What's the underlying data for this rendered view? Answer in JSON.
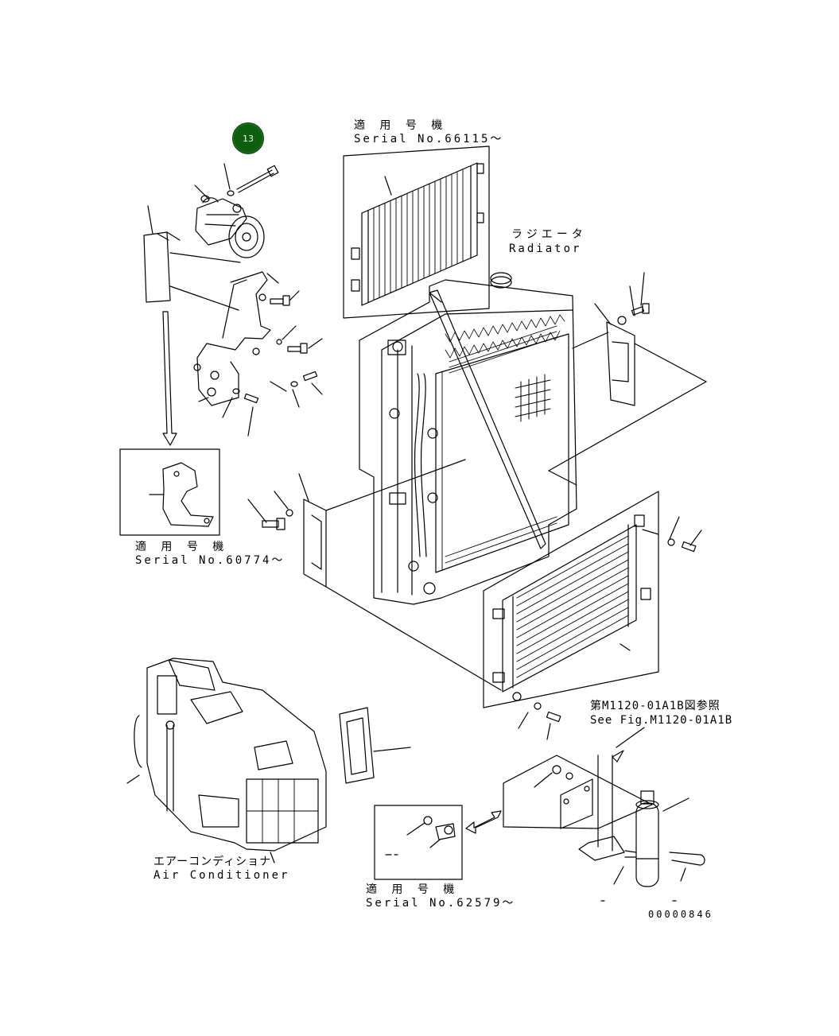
{
  "callout": {
    "number": "13"
  },
  "labels": {
    "condenser_top_jp": "適 用 号 機",
    "condenser_top_serial": "Serial No.66115～",
    "radiator_jp": "ラジエータ",
    "radiator_en": "Radiator",
    "bracket_jp": "適 用 号 機",
    "bracket_serial": "Serial No.60774～",
    "reference_jp": "第M1120-01A1B図参照",
    "reference_en": "See Fig.M1120-01A1B",
    "aircon_jp": "エアーコンディショナ",
    "aircon_en": "Air Conditioner",
    "receiver_jp": "適 用 号 機",
    "receiver_serial": "Serial No.62579～",
    "drawing_number": "00000846"
  },
  "colors": {
    "line": "#000000",
    "callout_fill": "#0f5d0f",
    "background": "#ffffff"
  },
  "icons": {
    "callout": "part-number-circle"
  }
}
